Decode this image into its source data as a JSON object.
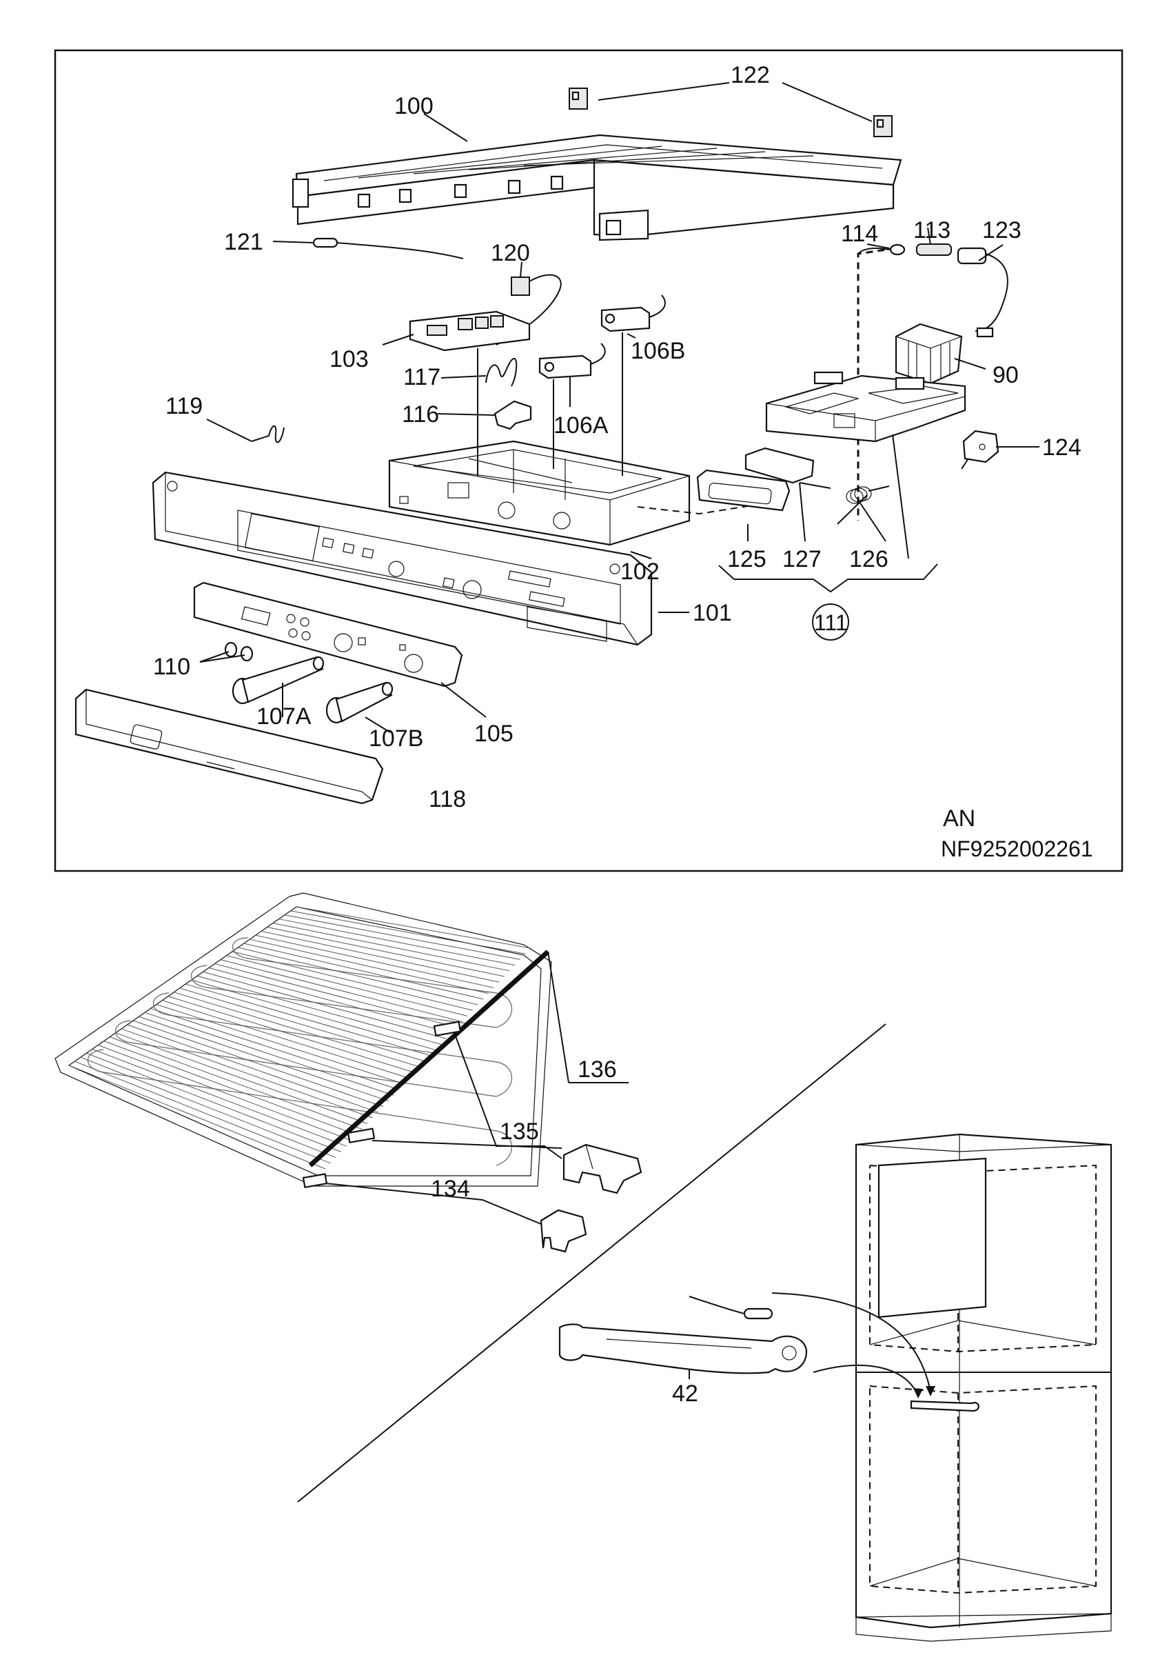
{
  "frame": {
    "code_line1": "AN",
    "code_line2": "NF9252002261"
  },
  "parts": {
    "p100": "100",
    "p101": "101",
    "p102": "102",
    "p103": "103",
    "p105": "105",
    "p106A": "106A",
    "p106B": "106B",
    "p107A": "107A",
    "p107B": "107B",
    "p110": "110",
    "p111": "111",
    "p113": "113",
    "p114": "114",
    "p116": "116",
    "p117": "117",
    "p118": "118",
    "p119": "119",
    "p120": "120",
    "p121": "121",
    "p122": "122",
    "p123": "123",
    "p124": "124",
    "p125": "125",
    "p126": "126",
    "p127": "127",
    "p90": "90",
    "p134": "134",
    "p135": "135",
    "p136": "136",
    "p42": "42"
  }
}
